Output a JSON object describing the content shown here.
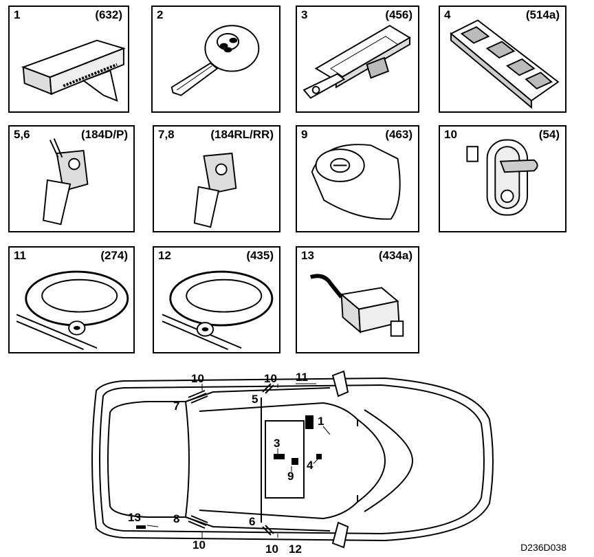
{
  "panels": [
    {
      "num": "1",
      "code": "(632)",
      "icon": "control-module"
    },
    {
      "num": "2",
      "code": "",
      "icon": "remote-key"
    },
    {
      "num": "3",
      "code": "(456)",
      "icon": "transponder-module"
    },
    {
      "num": "4",
      "code": "(514a)",
      "icon": "window-switch-panel"
    },
    {
      "num": "5,6",
      "code": "(184D/P)",
      "icon": "front-door-lock-actuator"
    },
    {
      "num": "7,8",
      "code": "(184RL/RR)",
      "icon": "rear-door-lock-actuator"
    },
    {
      "num": "9",
      "code": "(463)",
      "icon": "ignition-switch"
    },
    {
      "num": "10",
      "code": "(54)",
      "icon": "door-contact-switch"
    },
    {
      "num": "11",
      "code": "(274)",
      "icon": "driver-door-handle"
    },
    {
      "num": "12",
      "code": "(435)",
      "icon": "passenger-door-handle"
    },
    {
      "num": "13",
      "code": "(434a)",
      "icon": "trunk-lock-actuator"
    }
  ],
  "car_labels": {
    "l10_top_left": "10",
    "l10_top_mid": "10",
    "l11": "11",
    "l7": "7",
    "l5": "5",
    "l1": "1",
    "l3": "3",
    "l4": "4",
    "l9": "9",
    "l13": "13",
    "l8": "8",
    "l6": "6",
    "l10_bot_left": "10",
    "l10_bot_mid": "10",
    "l12": "12"
  },
  "reference_code": "D236D038"
}
